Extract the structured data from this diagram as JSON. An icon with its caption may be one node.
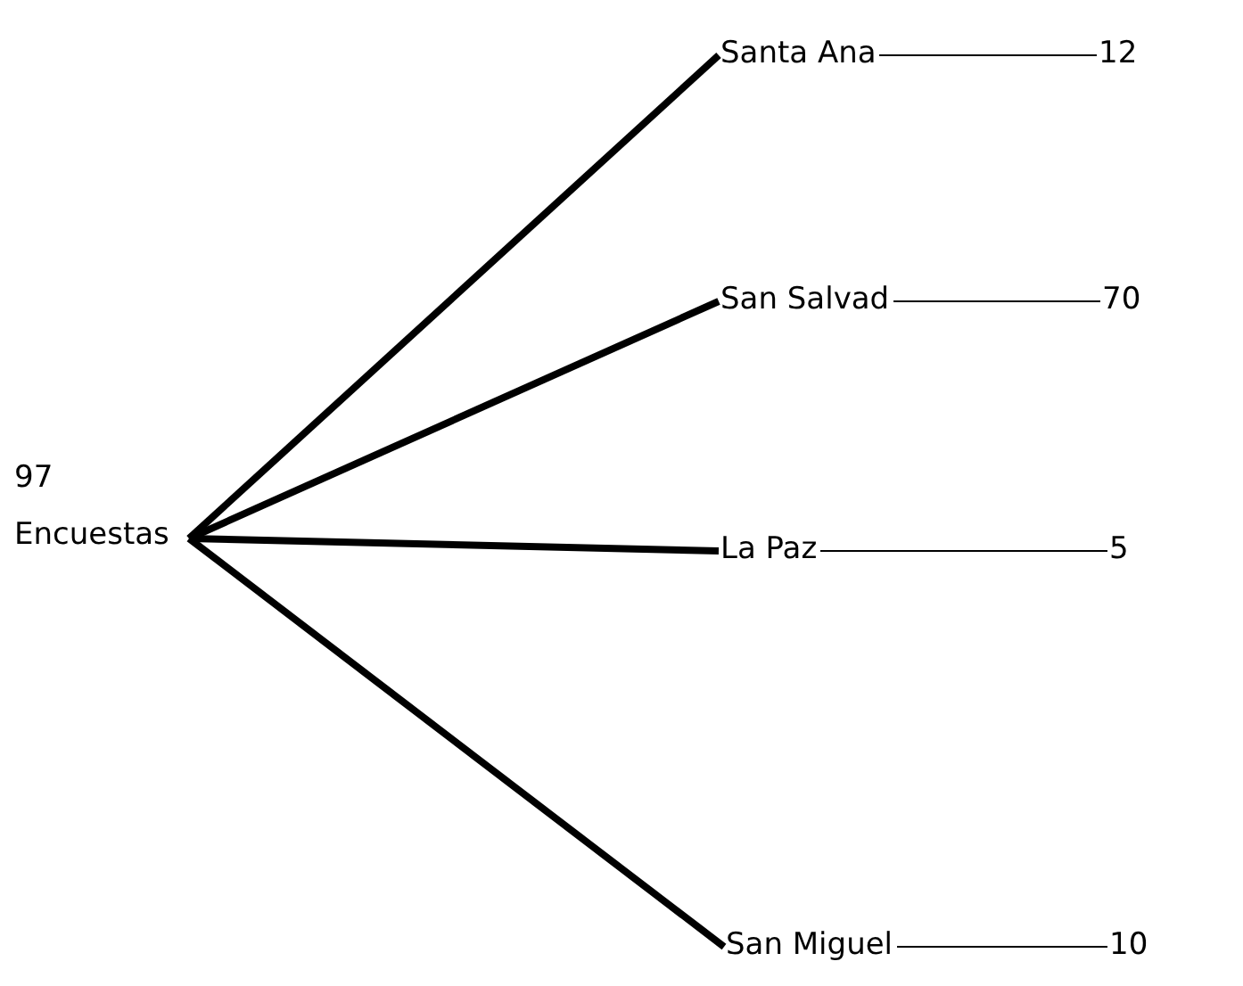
{
  "diagram": {
    "nodes": [
      {
        "text": [
          "97 Encuestas"
        ]
      },
      {
        "text": [
          "Santa Ana"
        ]
      },
      {
        "text": [
          "San Salvad"
        ]
      },
      {
        "text": [
          "La Paz"
        ]
      },
      {
        "text": [
          "San Miguel"
        ]
      },
      {
        "text": [
          "12"
        ]
      },
      {
        "text": [
          "70"
        ]
      },
      {
        "text": [
          "5"
        ]
      },
      {
        "text": [
          "10"
        ]
      }
    ],
    "edges": [
      {
        "from": 0,
        "to": 1,
        "arrow": "none",
        "style": "thick"
      },
      {
        "from": 0,
        "to": 2,
        "arrow": "none",
        "style": "thick"
      },
      {
        "from": 0,
        "to": 3,
        "arrow": "none",
        "style": "thick"
      },
      {
        "from": 0,
        "to": 4,
        "arrow": "none",
        "style": "thick"
      },
      {
        "from": 1,
        "to": 5,
        "arrow": "none"
      },
      {
        "from": 2,
        "to": 6,
        "arrow": "none"
      },
      {
        "from": 3,
        "to": 7,
        "arrow": "none"
      },
      {
        "from": 4,
        "to": 8,
        "arrow": "none"
      }
    ]
  }
}
